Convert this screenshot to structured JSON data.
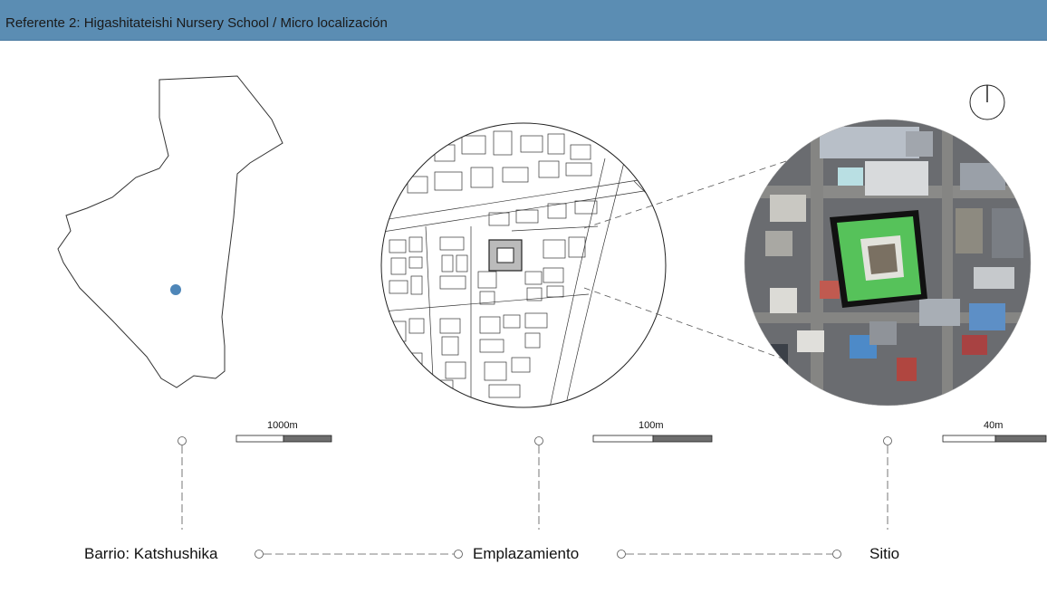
{
  "header": {
    "title": "Referente 2: Higashitateishi Nursery School / Micro localización"
  },
  "colors": {
    "header_bg": "#5b8db3",
    "marker": "#4e86b8",
    "roof_green": "#55c95a",
    "scale_dark": "#6e6e6e"
  },
  "icons": {
    "north": "north-arrow-icon"
  },
  "panels": [
    {
      "key": "barrio",
      "scale_label": "1000m",
      "label": "Barrio: Katshushika"
    },
    {
      "key": "emplazamiento",
      "scale_label": "100m",
      "label": "Emplazamiento"
    },
    {
      "key": "sitio",
      "scale_label": "40m",
      "label": "Sitio"
    }
  ]
}
